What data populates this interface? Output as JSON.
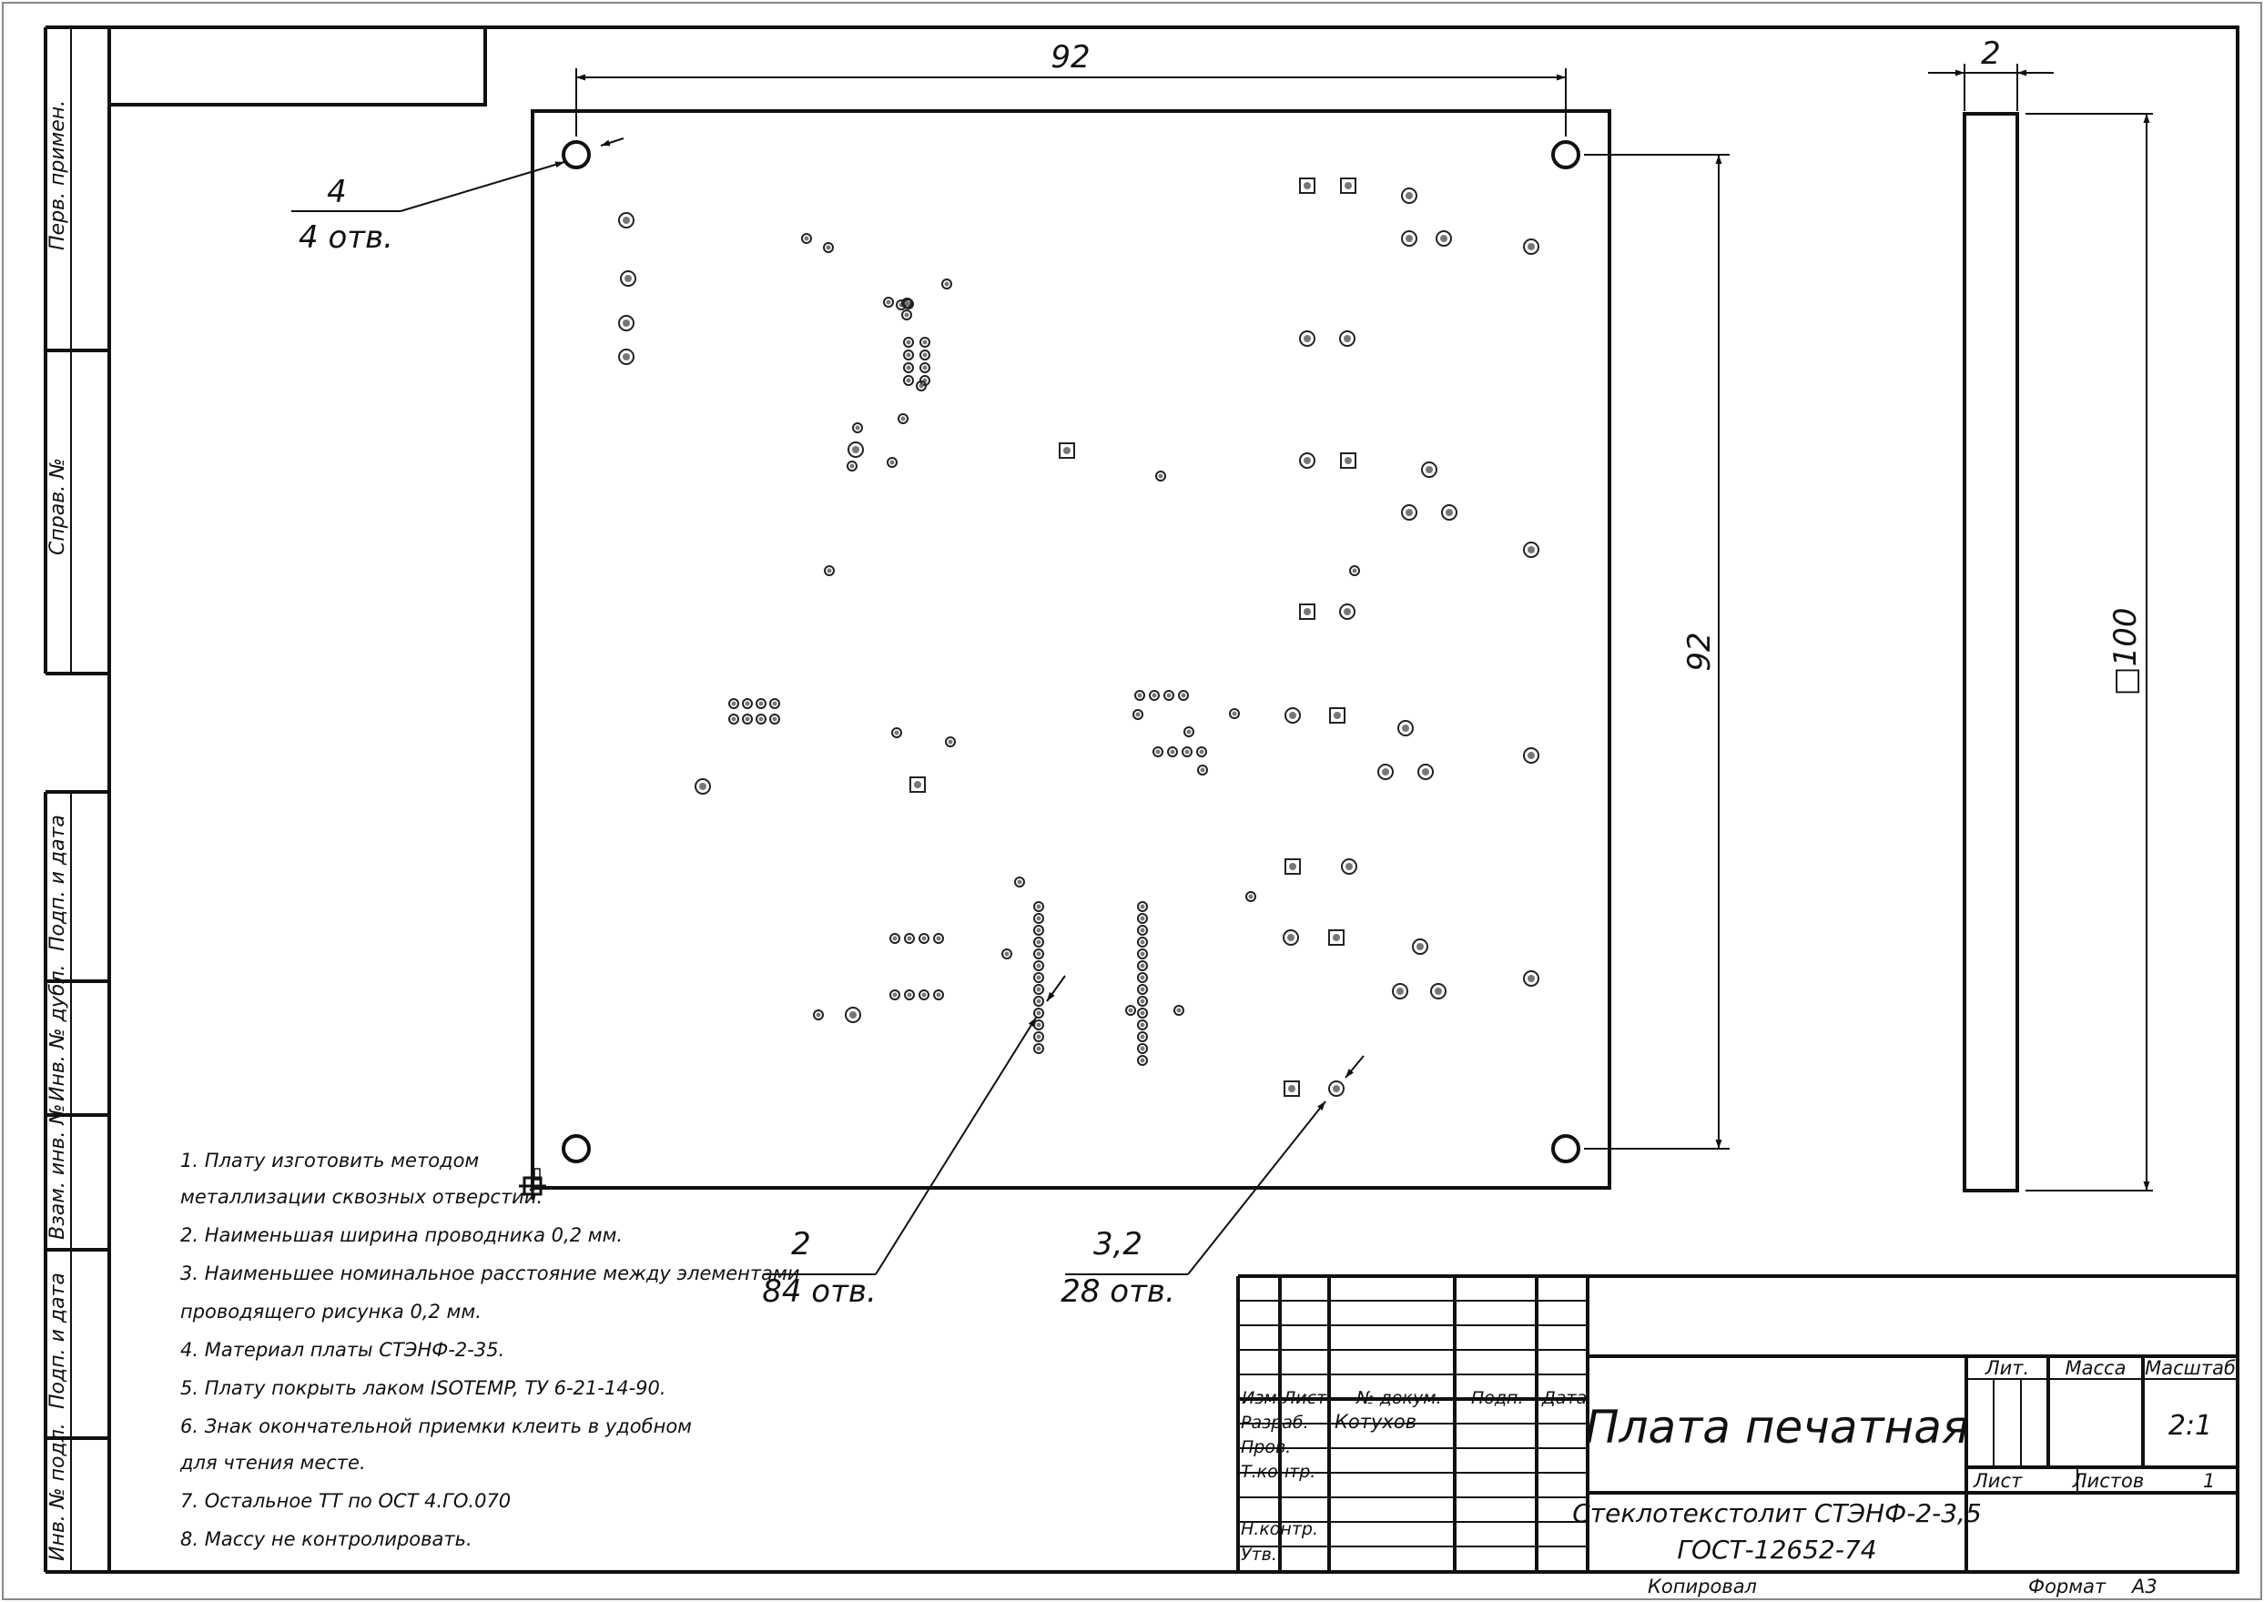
{
  "side_stamps": {
    "perv_primen": "Перв. примен.",
    "sprav_no": "Справ. №",
    "podp_data_1": "Подп. и дата",
    "inv_dubl": "Инв. № дубл.",
    "vzam_inv": "Взам. инв. №",
    "podp_data_2": "Подп. и дата",
    "inv_podl": "Инв. № подл."
  },
  "dimensions": {
    "top_width": "92",
    "right_height": "92",
    "side_thickness": "2",
    "side_square": "□100",
    "corner_hole_dia": "4",
    "corner_hole_count": "4 отв.",
    "hole_small_dia": "2",
    "hole_small_count": "84 отв.",
    "hole_large_dia": "3,2",
    "hole_large_count": "28 отв."
  },
  "notes": [
    "1. Плату изготовить методом",
    "металлизации сквозных отверстий.",
    "2. Наименьшая ширина проводника 0,2 мм.",
    "3. Наименьшее номинальное расстояние между элементами",
    "проводящего рисунка 0,2 мм.",
    "4. Материал платы СТЭНФ-2-35.",
    "5. Плату покрыть лаком ISOTEMP, ТУ 6-21-14-90.",
    "6. Знак окончательной приемки клеить в удобном",
    "для чтения месте.",
    "7. Остальное ТТ по ОСТ 4.ГО.070",
    "8. Массу не контролировать."
  ],
  "title_block": {
    "header": {
      "izm": "Изм.",
      "list": "Лист",
      "no_dokum": "№ докум.",
      "podp": "Подп.",
      "data": "Дата"
    },
    "roles": {
      "razrab": "Разраб.",
      "prov": "Пров.",
      "t_kontr": "Т.контр.",
      "n_kontr": "Н.контр.",
      "utv": "Утв."
    },
    "developer": "Котухов",
    "name": "Плата печатная",
    "material_line1": "Стеклотекстолит СТЭНФ-2-3,5",
    "material_line2": "ГОСТ-12652-74",
    "lit_label": "Лит.",
    "massa_label": "Масса",
    "masshtab_label": "Масштаб",
    "scale": "2:1",
    "list_label": "Лист",
    "listov_label": "Листов",
    "listov_value": "1",
    "kopiroval": "Копировал",
    "format_label": "Формат",
    "format_value": "А3"
  }
}
